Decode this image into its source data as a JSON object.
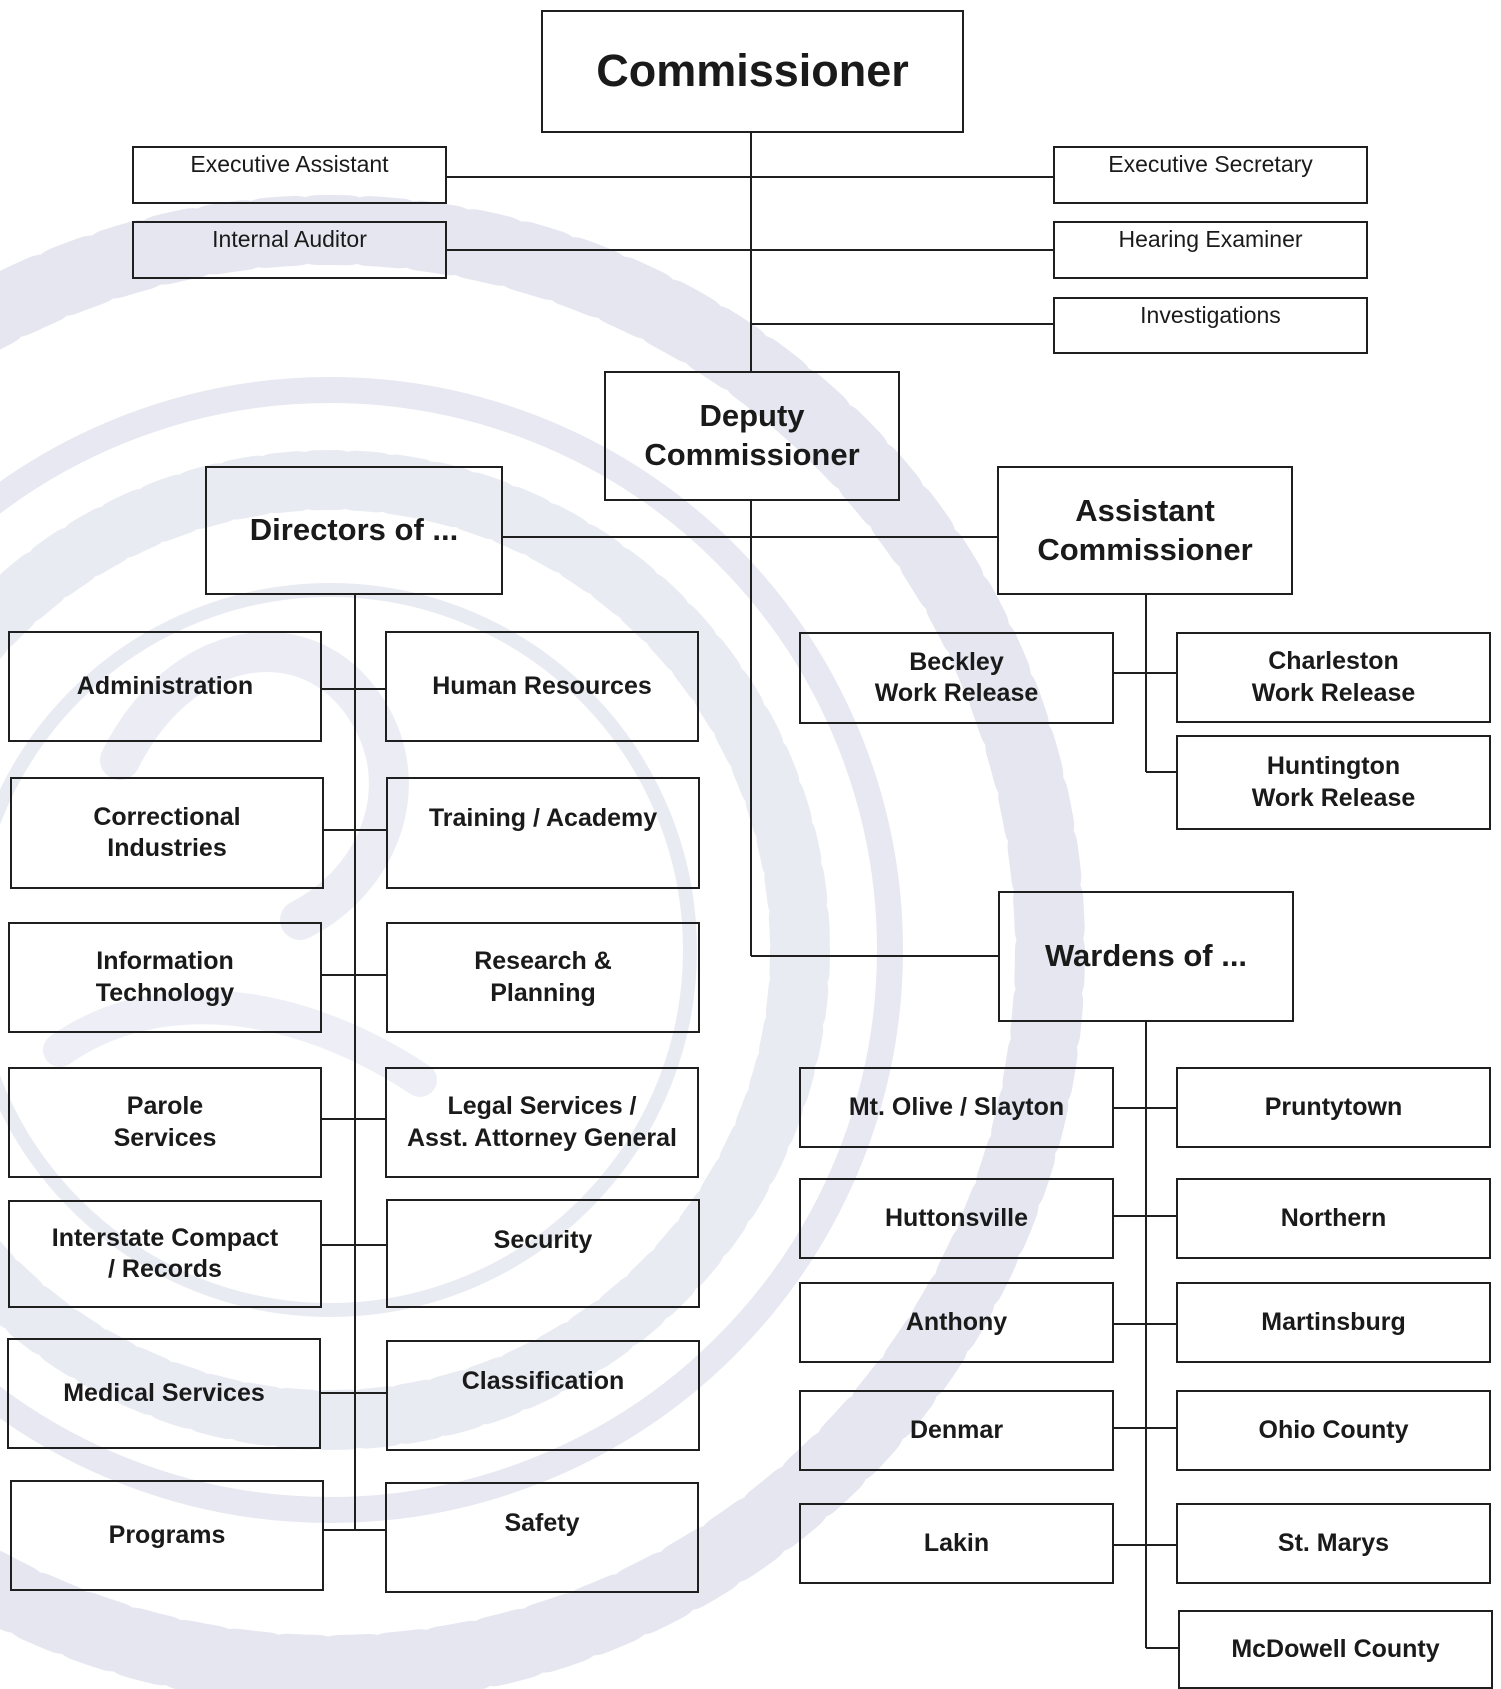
{
  "commissioner": "Commissioner",
  "staff_left": [
    "Executive Assistant",
    "Internal Auditor"
  ],
  "staff_right": [
    "Executive Secretary",
    "Hearing Examiner",
    "Investigations"
  ],
  "deputy": "Deputy\nCommissioner",
  "directors": {
    "title": "Directors of ...",
    "left": [
      "Administration",
      "Correctional\nIndustries",
      "Information\nTechnology",
      "Parole\nServices",
      "Interstate Compact\n/ Records",
      "Medical Services",
      "Programs"
    ],
    "right": [
      "Human Resources",
      "Training / Academy",
      "Research &\nPlanning",
      "Legal Services /\nAsst. Attorney General",
      "Security",
      "Classification",
      "Safety"
    ]
  },
  "assistant": {
    "title": "Assistant\nCommissioner",
    "units": [
      "Beckley\nWork Release",
      "Charleston\nWork Release",
      "Huntington\nWork Release"
    ]
  },
  "wardens": {
    "title": "Wardens of ...",
    "left": [
      "Mt. Olive / Slayton",
      "Huttonsville",
      "Anthony",
      "Denmar",
      "Lakin"
    ],
    "right": [
      "Pruntytown",
      "Northern",
      "Martinsburg",
      "Ohio County",
      "St. Marys",
      "McDowell County"
    ]
  },
  "colors": {
    "line": "#1f1f1f",
    "seal": "#c9cce0"
  }
}
